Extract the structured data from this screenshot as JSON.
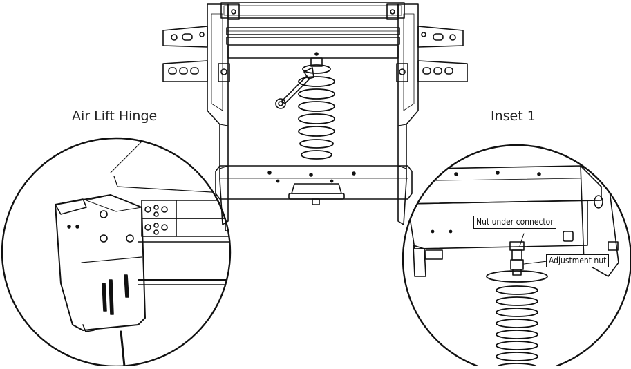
{
  "labels": {
    "hinge_title": "Air Lift Hinge",
    "inset_title": "Inset 1",
    "callout_nut": "Nut under connector",
    "callout_adjust": "Adjustment nut"
  }
}
